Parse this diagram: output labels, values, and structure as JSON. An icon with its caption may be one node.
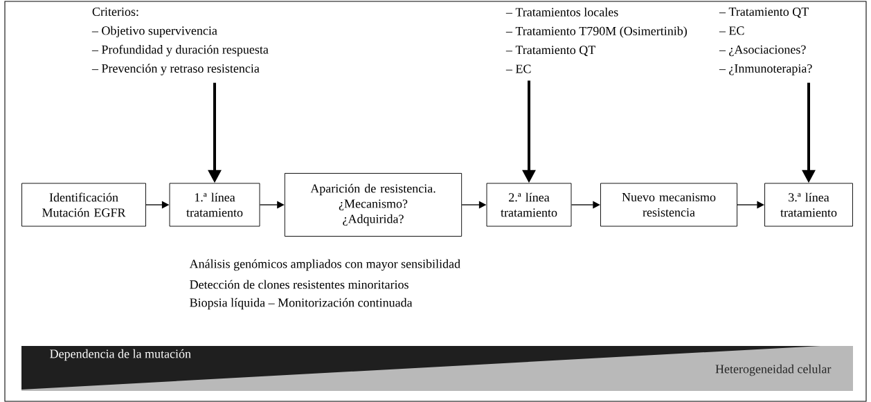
{
  "diagram": {
    "nodes": [
      {
        "text": [
          "Identificación Mutación EGFR"
        ]
      },
      {
        "text": [
          "1.ª línea tratamiento"
        ]
      },
      {
        "text": [
          "Aparición de resistencia.",
          "¿Mecanismo?",
          "¿Adquirida?"
        ]
      },
      {
        "text": [
          "2.ª línea tratamiento"
        ]
      },
      {
        "text": [
          "Nuevo mecanismo resistencia"
        ]
      },
      {
        "text": [
          "3.ª línea tratamiento"
        ]
      },
      {
        "text": [
          "Criterios:",
          "– Objetivo supervivencia",
          "– Profundidad y duración respuesta",
          "– Prevención y retraso resistencia"
        ]
      },
      {
        "text": [
          "– Tratamientos locales",
          "– Tratamiento T790M (Osimertinib)",
          "– Tratamiento QT",
          "– EC"
        ]
      },
      {
        "text": [
          "– Tratamiento QT",
          "– EC",
          "– ¿Asociaciones?",
          "– ¿Inmunoterapia?"
        ]
      }
    ],
    "edges": [
      {
        "from": 0,
        "to": 1,
        "arrow": "to"
      },
      {
        "from": 1,
        "to": 2,
        "arrow": "to"
      },
      {
        "from": 2,
        "to": 3,
        "arrow": "to"
      },
      {
        "from": 3,
        "to": 4,
        "arrow": "to"
      },
      {
        "from": 4,
        "to": 5,
        "arrow": "to"
      },
      {
        "from": 6,
        "to": 1,
        "arrow": "to",
        "style": "thick"
      },
      {
        "from": 7,
        "to": 3,
        "arrow": "to",
        "style": "thick"
      },
      {
        "from": 8,
        "to": 5,
        "arrow": "to",
        "style": "thick"
      }
    ],
    "labels": [
      "Análisis genómicos ampliados con mayor sensibilidad",
      "Detección de clones resistentes minoritarios",
      "Biopsia líquida – Monitorización continuada",
      "Dependencia de la mutación",
      "Heterogeneidad celular"
    ]
  }
}
